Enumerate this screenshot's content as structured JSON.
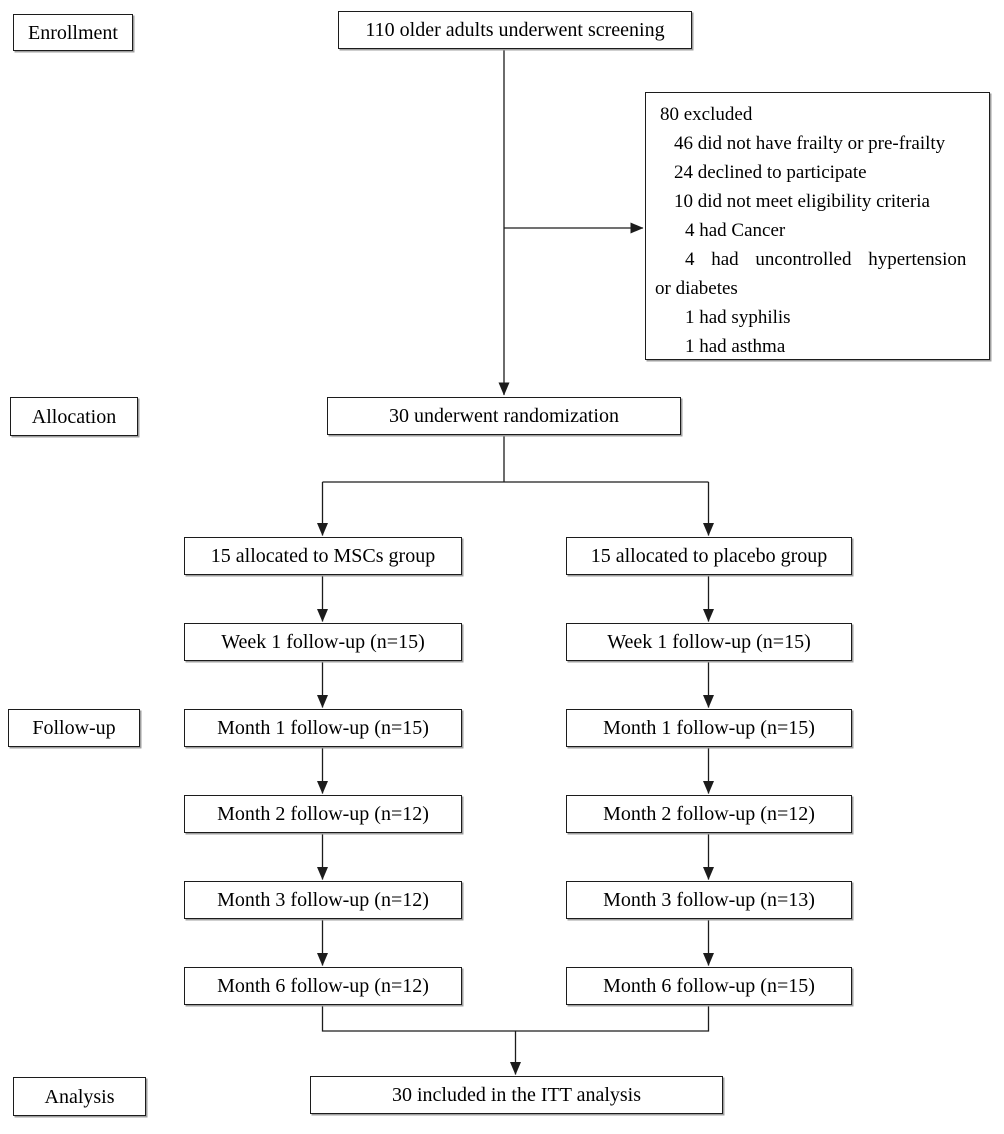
{
  "colors": {
    "line": "#1c1c1c",
    "box_border": "#1c1c1c",
    "background": "#ffffff"
  },
  "stages": {
    "enrollment": "Enrollment",
    "allocation": "Allocation",
    "followup": "Follow-up",
    "analysis": "Analysis"
  },
  "screening_box": "110 older adults underwent screening",
  "excluded_box": {
    "lines": [
      "80 excluded",
      "46 did not have frailty or pre-frailty",
      "24 declined to participate",
      "10 did not meet eligibility criteria",
      "4 had Cancer",
      "4 had uncontrolled hypertension",
      "or diabetes",
      "1 had syphilis",
      "1 had asthma"
    ]
  },
  "randomization_box": "30 underwent randomization",
  "arms": [
    {
      "name": "MSCs",
      "allocated": "15 allocated to MSCs group",
      "followups": [
        "Week 1 follow-up (n=15)",
        "Month 1 follow-up (n=15)",
        "Month 2 follow-up (n=12)",
        "Month 3 follow-up (n=12)",
        "Month 6 follow-up (n=12)"
      ]
    },
    {
      "name": "placebo",
      "allocated": "15 allocated to placebo group",
      "followups": [
        "Week 1 follow-up (n=15)",
        "Month 1 follow-up (n=15)",
        "Month 2 follow-up (n=12)",
        "Month 3 follow-up (n=13)",
        "Month 6 follow-up (n=15)"
      ]
    }
  ],
  "analysis_box": "30 included in the ITT analysis"
}
